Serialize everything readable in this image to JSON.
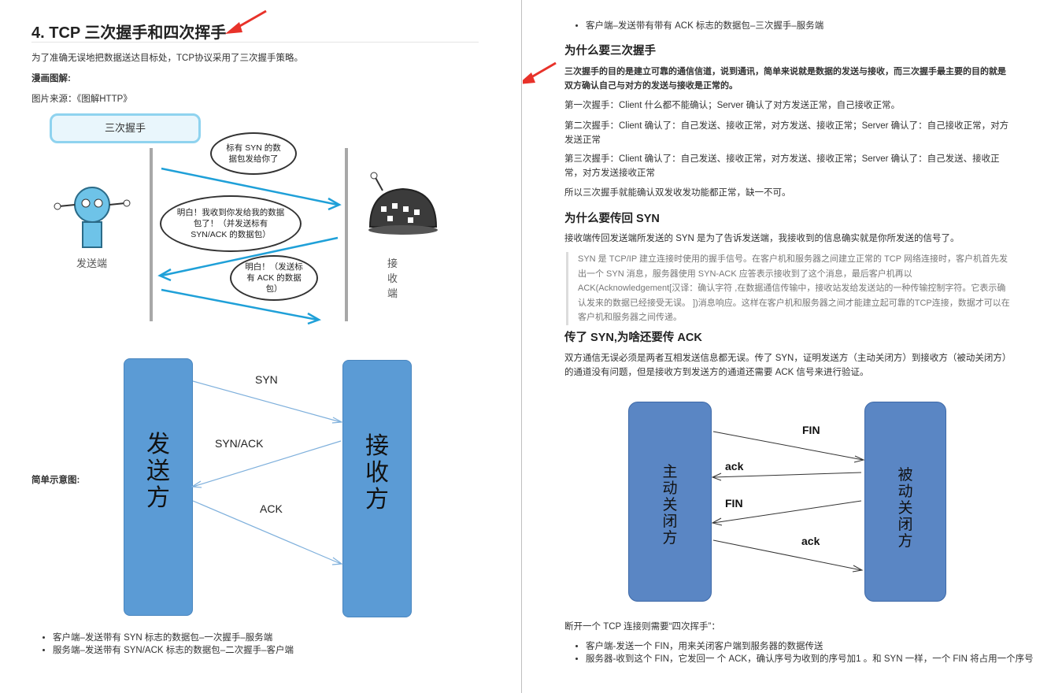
{
  "left": {
    "title": "4. TCP 三次握手和四次挥手",
    "intro": "为了准确无误地把数据送达目标处，TCP协议采用了三次握手策略。",
    "comic_heading": "漫画图解:",
    "image_source": "图片来源：《图解HTTP》",
    "comic": {
      "title_badge": "三次握手",
      "sender": "发送端",
      "receiver": "接收端",
      "bubble1": "标有 SYN 的数据包发给你了",
      "bubble2": "明白！我收到你发给我的数据包了！（并发送标有 SYN/ACK 的数据包）",
      "bubble3": "明白！（发送标有 ACK 的数据包）"
    },
    "simple_label": "简单示意图:",
    "diagram": {
      "left_box": "发送方",
      "right_box": "接收方",
      "syn": "SYN",
      "synack": "SYN/ACK",
      "ack": "ACK"
    },
    "bullets": [
      "客户端–发送带有 SYN 标志的数据包–一次握手–服务端",
      "服务端–发送带有 SYN/ACK 标志的数据包–二次握手–客户端"
    ]
  },
  "right": {
    "top_bullet": "客户端–发送带有带有 ACK 标志的数据包–三次握手–服务端",
    "h_why_three": "为什么要三次握手",
    "why_three_bold": "三次握手的目的是建立可靠的通信信道，说到通讯，简单来说就是数据的发送与接收，而三次握手最主要的目的就是双方确认自己与对方的发送与接收是正常的。",
    "first": "第一次握手：Client 什么都不能确认；Server 确认了对方发送正常，自己接收正常。",
    "second": "第二次握手：Client 确认了：自己发送、接收正常，对方发送、接收正常；Server 确认了：自己接收正常，对方发送正常",
    "third": "第三次握手：Client 确认了：自己发送、接收正常，对方发送、接收正常；Server 确认了：自己发送、接收正常，对方发送接收正常",
    "conclusion": "所以三次握手就能确认双发收发功能都正常，缺一不可。",
    "h_why_syn": "为什么要传回 SYN",
    "why_syn_bold": "接收端传回发送端所发送的 SYN 是为了告诉发送端，我接收到的信息确实就是你所发送的信号了。",
    "quote": "SYN 是 TCP/IP 建立连接时使用的握手信号。在客户机和服务器之间建立正常的 TCP 网络连接时，客户机首先发出一个 SYN 消息，服务器使用 SYN-ACK 应答表示接收到了这个消息，最后客户机再以 ACK(Acknowledgement[汉译：确认字符 ,在数据通信传输中，接收站发给发送站的一种传输控制字符。它表示确认发来的数据已经接受无误。 ])消息响应。这样在客户机和服务器之间才能建立起可靠的TCP连接，数据才可以在客户机和服务器之间传递。",
    "h_why_ack": "传了 SYN,为啥还要传 ACK",
    "why_ack": "双方通信无误必须是两者互相发送信息都无误。传了 SYN，证明发送方（主动关闭方）到接收方（被动关闭方）的通道没有问题，但是接收方到发送方的通道还需要 ACK 信号来进行验证。",
    "diagram": {
      "left_box": "主动关闭方",
      "right_box": "被动关闭方",
      "fin1": "FIN",
      "ack1": "ack",
      "fin2": "FIN",
      "ack2": "ack"
    },
    "wave_intro": "断开一个 TCP 连接则需要“四次挥手”：",
    "wave_bullets": [
      "客户端-发送一个 FIN，用来关闭客户端到服务器的数据传送",
      "服务器-收到这个 FIN，它发回一 个 ACK，确认序号为收到的序号加1 。和 SYN 一样，一个 FIN 将占用一个序号"
    ]
  },
  "colors": {
    "accent_red": "#e8322a",
    "box_blue": "#5b9bd5",
    "box_dark_blue": "#5a86c4",
    "comic_arrow": "#1fa0d8"
  }
}
